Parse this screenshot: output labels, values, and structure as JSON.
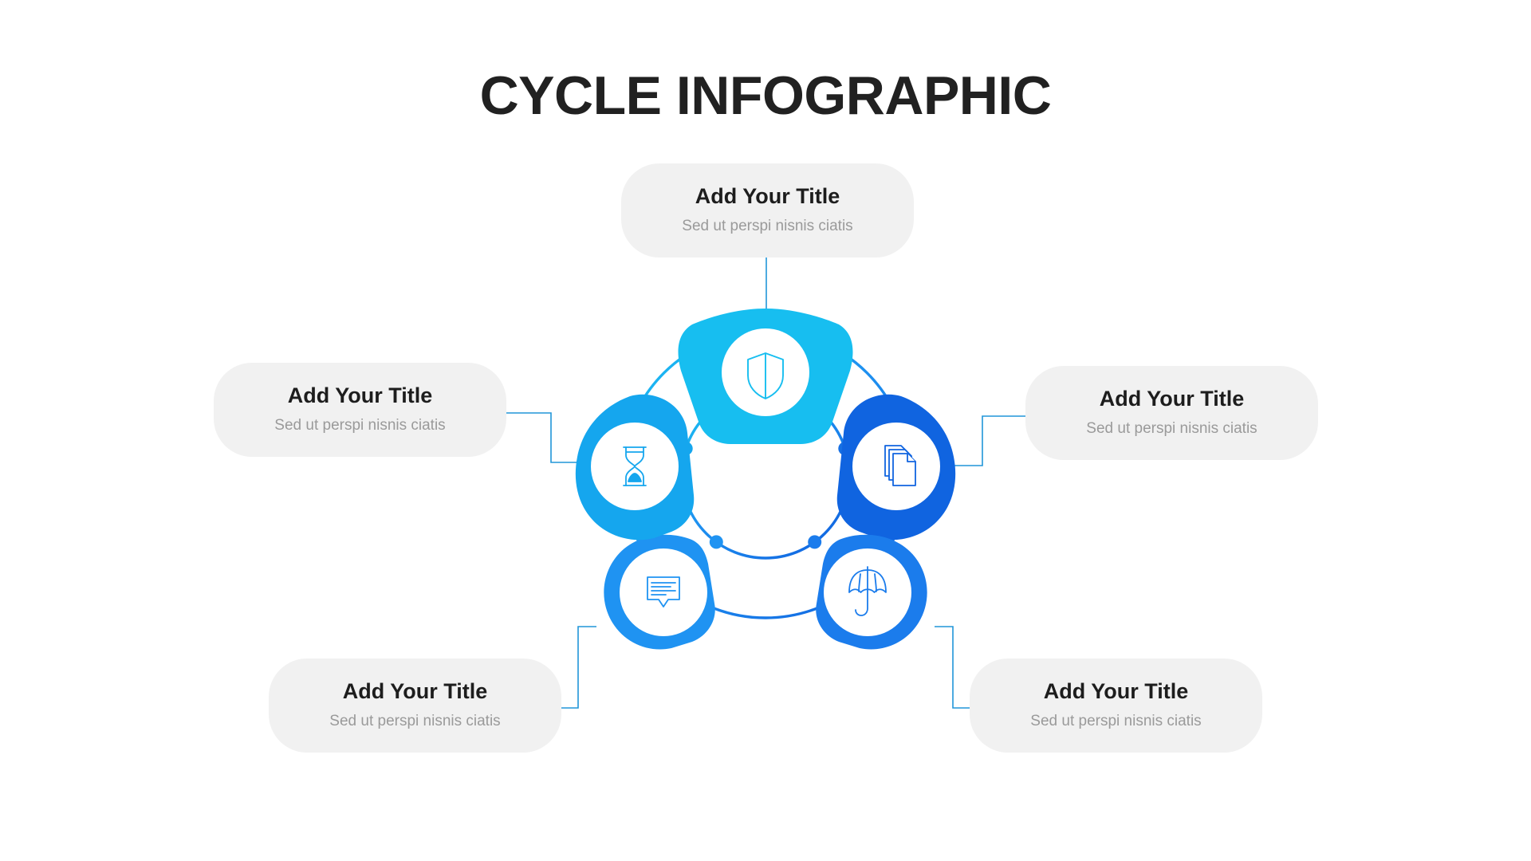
{
  "header": {
    "title": "CYCLE INFOGRAPHIC"
  },
  "colors": {
    "badge_top": "#17BEF0",
    "badge_left": "#15A6EE",
    "badge_right": "#1064E0",
    "badge_bottom_left": "#1F93F2",
    "badge_bottom_right": "#1B7CEC",
    "card_bg": "#F1F1F1",
    "title_text": "#1D1D1D",
    "sub_text": "#9A9A9A",
    "connector_line": "#2196D8",
    "page_bg": "#FFFFFF"
  },
  "steps": [
    {
      "id": "step-top",
      "position": "top",
      "title": "Add Your Title",
      "subtitle": "Sed ut perspi nisnis ciatis",
      "icon": "shield-icon",
      "color": "#17BEF0"
    },
    {
      "id": "step-right",
      "position": "right",
      "title": "Add Your Title",
      "subtitle": "Sed ut perspi nisnis ciatis",
      "icon": "documents-icon",
      "color": "#1064E0"
    },
    {
      "id": "step-bottom-right",
      "position": "bottom-right",
      "title": "Add Your Title",
      "subtitle": "Sed ut perspi nisnis ciatis",
      "icon": "umbrella-icon",
      "color": "#1B7CEC"
    },
    {
      "id": "step-bottom-left",
      "position": "bottom-left",
      "title": "Add Your Title",
      "subtitle": "Sed ut perspi nisnis ciatis",
      "icon": "chat-bubble-icon",
      "color": "#1F93F2"
    },
    {
      "id": "step-left",
      "position": "left",
      "title": "Add Your Title",
      "subtitle": "Sed ut perspi nisnis ciatis",
      "icon": "hourglass-icon",
      "color": "#15A6EE"
    }
  ],
  "chart_data": {
    "type": "diagram",
    "diagram_kind": "cycle",
    "node_count": 5,
    "title": "CYCLE INFOGRAPHIC",
    "nodes": [
      {
        "label": "Add Your Title",
        "description": "Sed ut perspi nisnis ciatis",
        "icon": "shield-icon",
        "angle_deg": 270,
        "color": "#17BEF0"
      },
      {
        "label": "Add Your Title",
        "description": "Sed ut perspi nisnis ciatis",
        "icon": "documents-icon",
        "angle_deg": 342,
        "color": "#1064E0"
      },
      {
        "label": "Add Your Title",
        "description": "Sed ut perspi nisnis ciatis",
        "icon": "umbrella-icon",
        "angle_deg": 54,
        "color": "#1B7CEC"
      },
      {
        "label": "Add Your Title",
        "description": "Sed ut perspi nisnis ciatis",
        "icon": "chat-bubble-icon",
        "angle_deg": 126,
        "color": "#1F93F2"
      },
      {
        "label": "Add Your Title",
        "description": "Sed ut perspi nisnis ciatis",
        "icon": "hourglass-icon",
        "angle_deg": 198,
        "color": "#15A6EE"
      }
    ],
    "legend": [],
    "grid": false
  }
}
